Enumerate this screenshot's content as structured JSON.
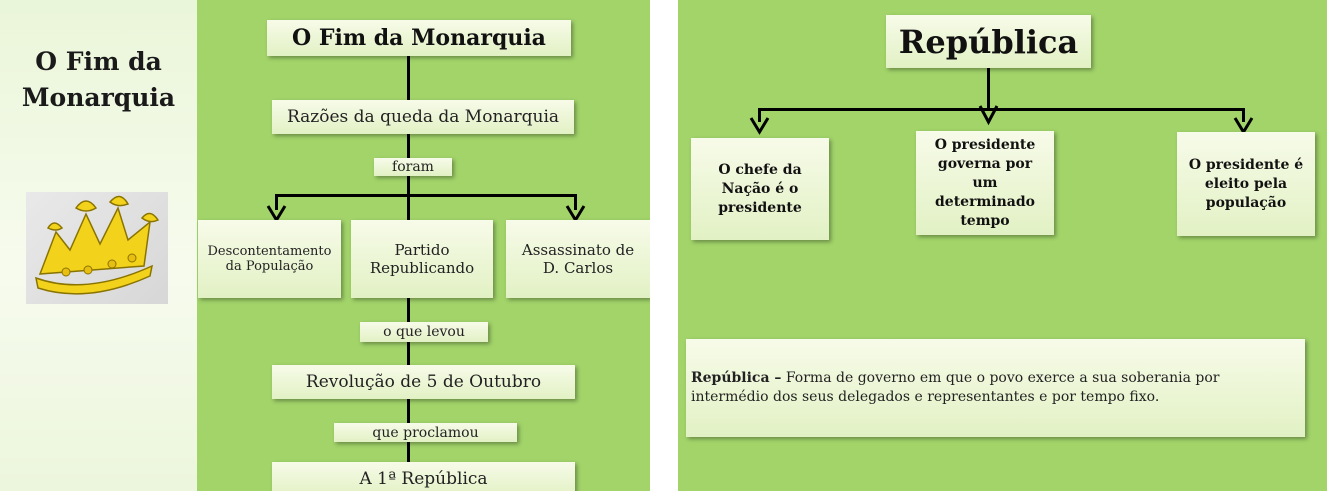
{
  "slide1": {
    "sidebar_title_line1": "O Fim da",
    "sidebar_title_line2": "Monarquia",
    "title": "O Fim da Monarquia",
    "reasons": "Razões da queda da Monarquia",
    "foram": "foram",
    "causes": [
      {
        "line1": "Descontentamento",
        "line2": "da População"
      },
      {
        "line1": "Partido",
        "line2": "Republicando"
      },
      {
        "line1": "Assassinato de",
        "line2": "D. Carlos"
      }
    ],
    "led_to": "o que levou",
    "revolution": "Revolução de 5 de Outubro",
    "proclaimed": "que proclamou",
    "republic": "A 1ª República"
  },
  "slide2": {
    "title": "República",
    "items": [
      {
        "lines": [
          "O chefe da",
          "Nação é o",
          "presidente"
        ]
      },
      {
        "lines": [
          "O presidente",
          "governa por",
          "um",
          "determinado",
          "tempo"
        ]
      },
      {
        "lines": [
          "O presidente é",
          "eleito pela",
          "população"
        ]
      }
    ],
    "definition_term": "República –",
    "definition_line1": " Forma de governo em que o povo exerce a sua soberania por",
    "definition_line2": "intermédio dos seus delegados e representantes e por tempo fixo."
  }
}
